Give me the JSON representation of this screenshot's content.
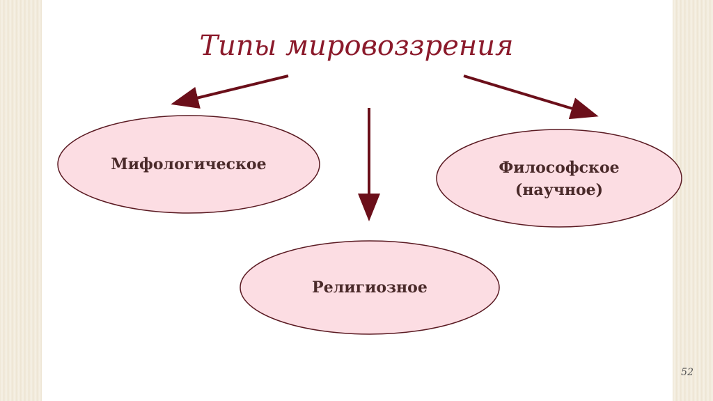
{
  "title": "Типы мировоззрения",
  "nodes": {
    "mythological": "Мифологическое",
    "philosophical_line1": "Философское",
    "philosophical_line2": "(научное)",
    "religious": "Религиозное"
  },
  "page_number": "52",
  "colors": {
    "title": "#8b1a2b",
    "ellipse_fill": "#fcdde3",
    "ellipse_stroke": "#5a1a22",
    "arrow": "#6b0f1a",
    "node_text": "#4a2a2a"
  }
}
